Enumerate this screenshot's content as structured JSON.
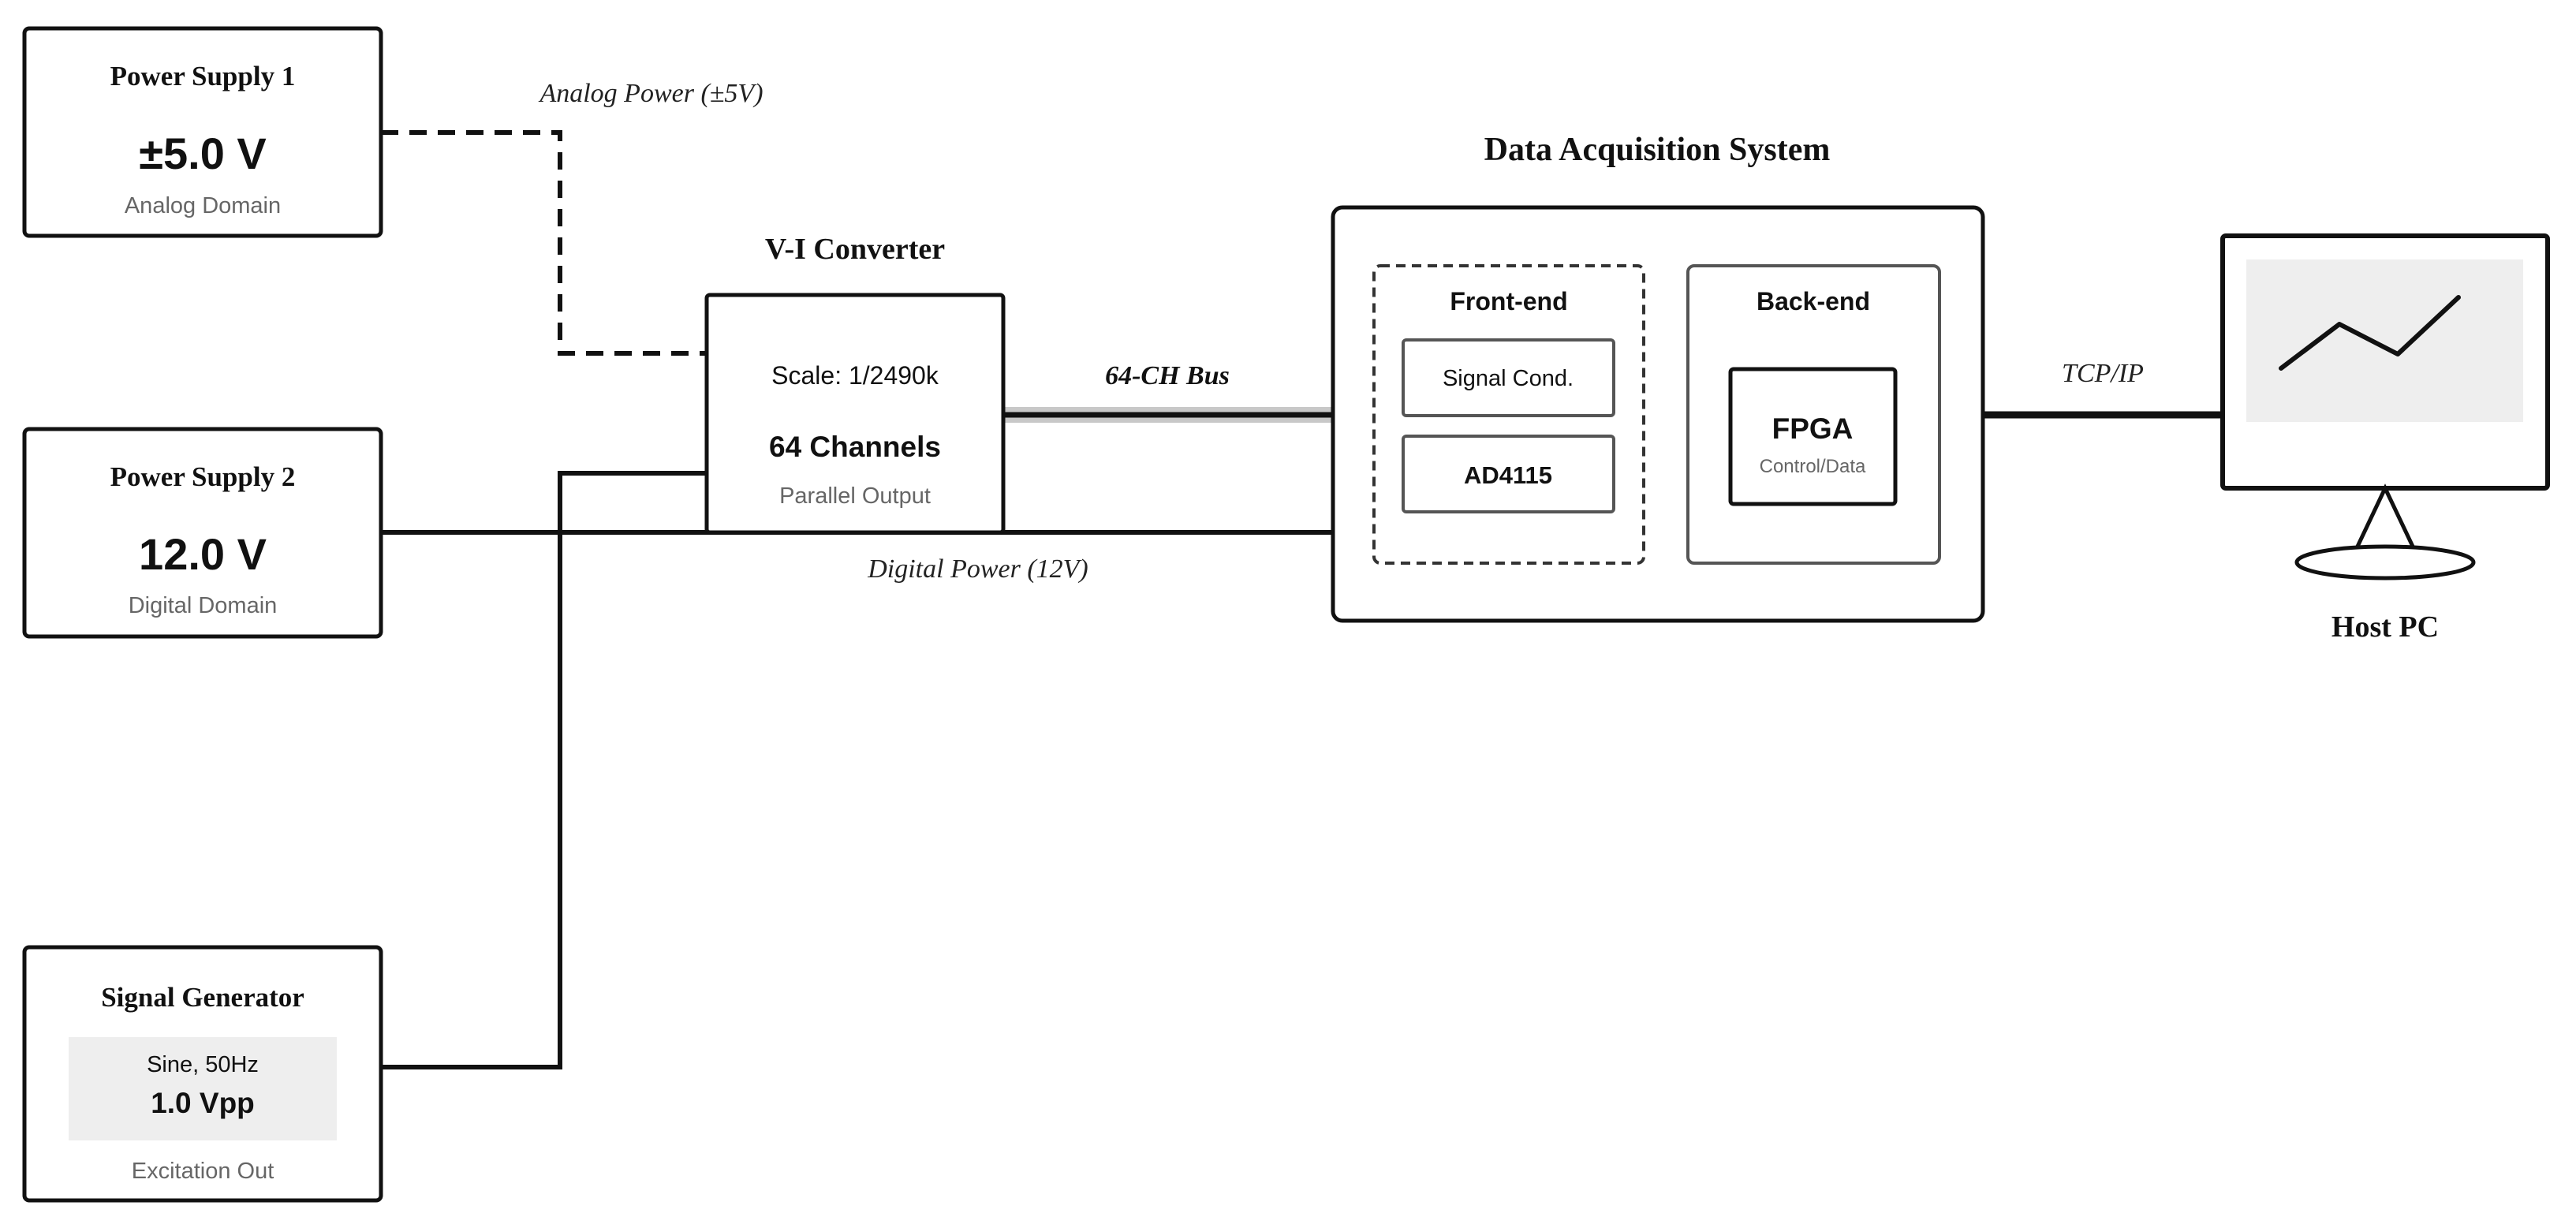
{
  "power_supply_1": {
    "title": "Power Supply 1",
    "value": "±5.0 V",
    "domain": "Analog Domain"
  },
  "power_supply_2": {
    "title": "Power Supply 2",
    "value": "12.0 V",
    "domain": "Digital Domain"
  },
  "signal_generator": {
    "title": "Signal Generator",
    "waveform": "Sine, 50Hz",
    "amplitude": "1.0 Vpp",
    "output": "Excitation Out"
  },
  "vi_converter": {
    "title": "V-I Converter",
    "scale": "Scale: 1/2490k",
    "channels": "64 Channels",
    "output": "Parallel Output"
  },
  "daq": {
    "title": "Data Acquisition System",
    "frontend": {
      "title": "Front-end",
      "signal_cond": "Signal Cond.",
      "adc": "AD4115"
    },
    "backend": {
      "title": "Back-end",
      "fpga": "FPGA",
      "fpga_sub": "Control/Data"
    }
  },
  "host_pc": {
    "title": "Host PC"
  },
  "connections": {
    "analog_power": "Analog Power (±5V)",
    "digital_power": "Digital Power (12V)",
    "bus": "64-CH Bus",
    "tcp": "TCP/IP"
  },
  "colors": {
    "stroke": "#111111",
    "muted_text": "#666666",
    "panel_fill": "#eeeeee",
    "bus_glow": "#c8c8c8"
  },
  "icons": {
    "monitor": "monitor-icon",
    "chart": "line-chart-icon"
  }
}
